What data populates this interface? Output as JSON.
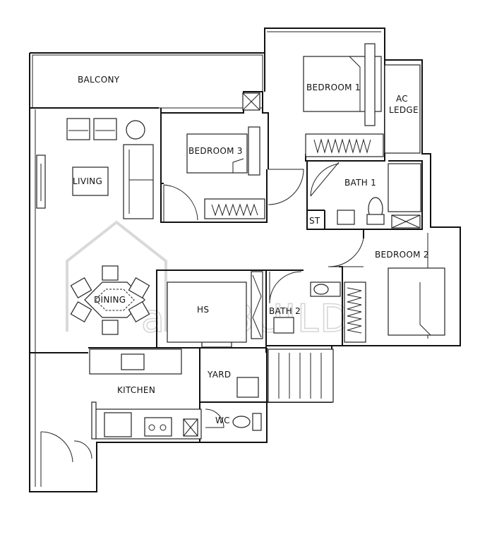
{
  "rooms": {
    "balcony": "BALCONY",
    "bedroom1": "BEDROOM 1",
    "ac_ledge_line1": "AC",
    "ac_ledge_line2": "LEDGE",
    "bedroom3": "BEDROOM 3",
    "living": "LIVING",
    "bath1": "BATH 1",
    "st": "ST",
    "bedroom2": "BEDROOM 2",
    "dining": "DINING",
    "hs": "HS",
    "bath2": "BATH 2",
    "yard": "YARD",
    "kitchen": "KITCHEN",
    "wc": "WC"
  },
  "watermark": {
    "text": "attriBUILD"
  }
}
